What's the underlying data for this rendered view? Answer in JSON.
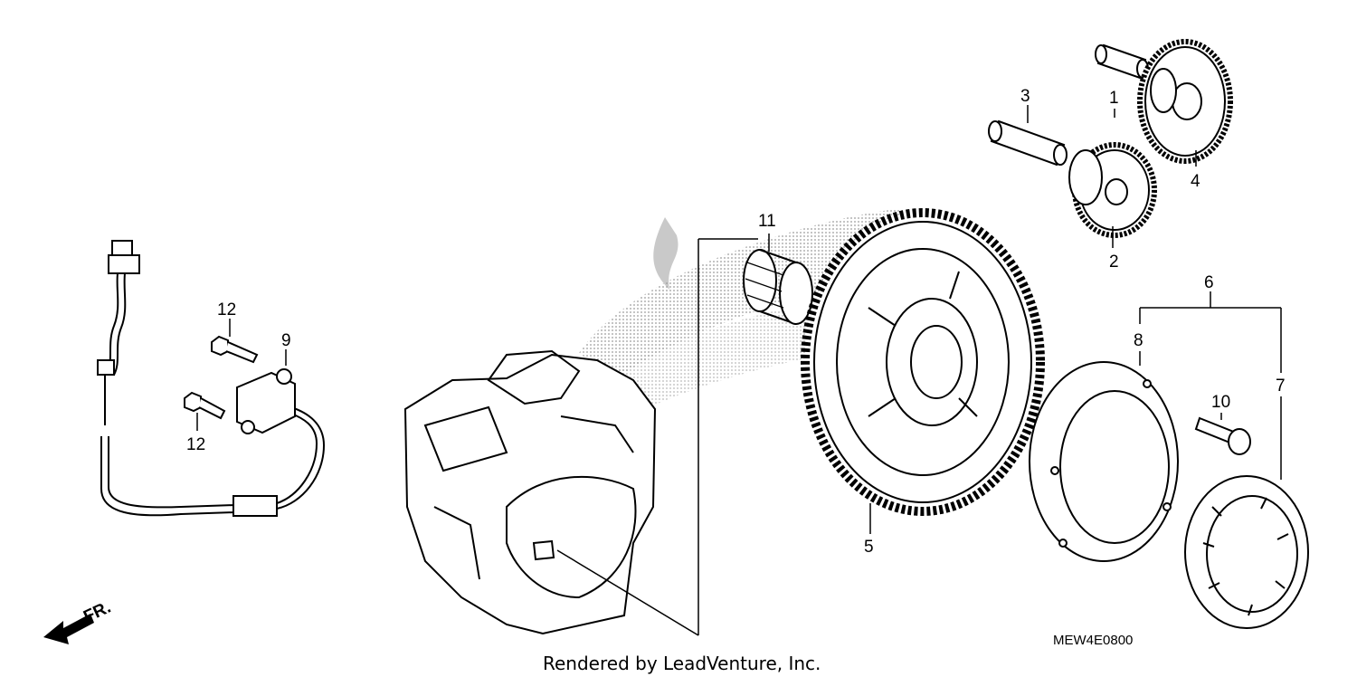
{
  "callouts": [
    {
      "id": "c1",
      "label": "1"
    },
    {
      "id": "c2",
      "label": "2"
    },
    {
      "id": "c3",
      "label": "3"
    },
    {
      "id": "c4",
      "label": "4"
    },
    {
      "id": "c5",
      "label": "5"
    },
    {
      "id": "c6",
      "label": "6"
    },
    {
      "id": "c7",
      "label": "7"
    },
    {
      "id": "c8",
      "label": "8"
    },
    {
      "id": "c9",
      "label": "9"
    },
    {
      "id": "c10",
      "label": "10"
    },
    {
      "id": "c11",
      "label": "11"
    },
    {
      "id": "c12a",
      "label": "12"
    },
    {
      "id": "c12b",
      "label": "12"
    }
  ],
  "direction_label": "FR.",
  "diagram_code": "MEW4E0800",
  "footer_text": "Rendered by LeadVenture, Inc."
}
